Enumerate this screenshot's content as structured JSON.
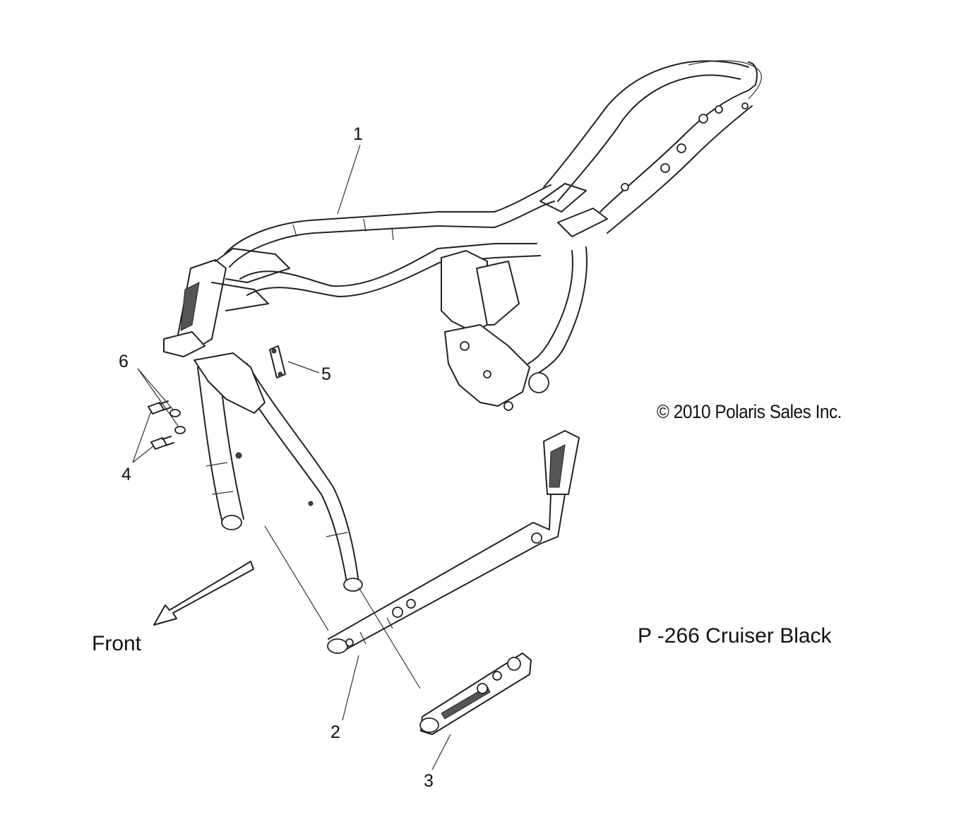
{
  "diagram": {
    "callouts": [
      "1",
      "2",
      "3",
      "4",
      "5",
      "6"
    ],
    "copyright": "© 2010 Polaris Sales Inc.",
    "page_code": "P -266  Cruiser Black",
    "direction_label": "Front"
  },
  "colors": {
    "line": "#222222",
    "background": "#ffffff",
    "text": "#111111"
  }
}
